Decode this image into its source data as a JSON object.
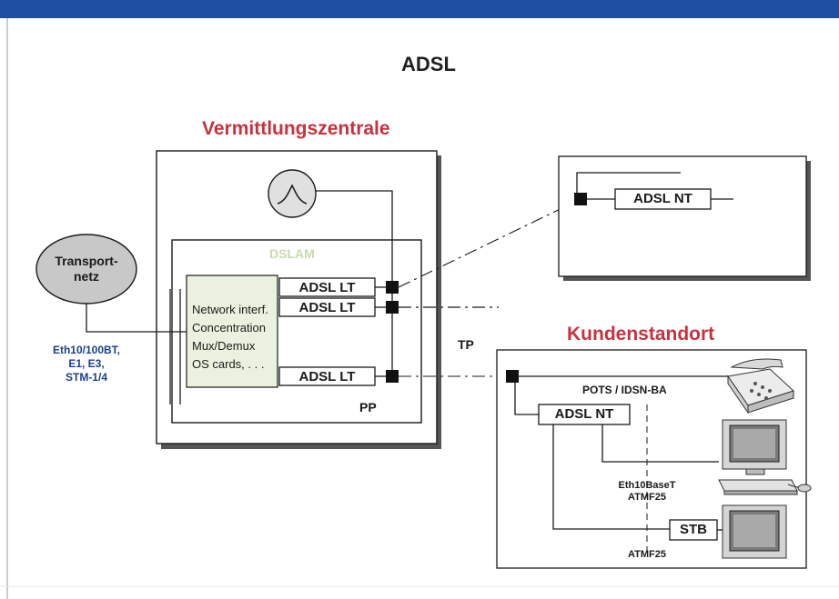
{
  "title": "ADSL",
  "exchange": {
    "label": "Vermittlungszentrale",
    "dslam_label": "DSLAM",
    "network_interface_lines": [
      "Network interf.",
      "Concentration",
      "Mux/Demux",
      "OS cards, . . ."
    ],
    "lt_boxes": [
      "ADSL LT",
      "ADSL LT",
      "ADSL LT"
    ],
    "pp_label": "PP"
  },
  "transport": {
    "label_line1": "Transport-",
    "label_line2": "netz",
    "interfaces": [
      "Eth10/100BT,",
      "E1, E3,",
      "STM-1/4"
    ]
  },
  "tp_label": "TP",
  "remote_site": {
    "nt_label": "ADSL NT"
  },
  "customer_site": {
    "label": "Kundenstandort",
    "pots_label": "POTS / IDSN-BA",
    "nt_label": "ADSL NT",
    "eth_label_line1": "Eth10BaseT",
    "eth_label_line2": "ATMF25",
    "stb_label": "STB",
    "atmf_label": "ATMF25"
  },
  "colors": {
    "top_bar": "#1f4fa0",
    "accent_red": "#c8323c",
    "accent_blue": "#1b3f8e",
    "dslam_fill": "#eaf2df",
    "cloud_fill": "#c8c8c8"
  }
}
